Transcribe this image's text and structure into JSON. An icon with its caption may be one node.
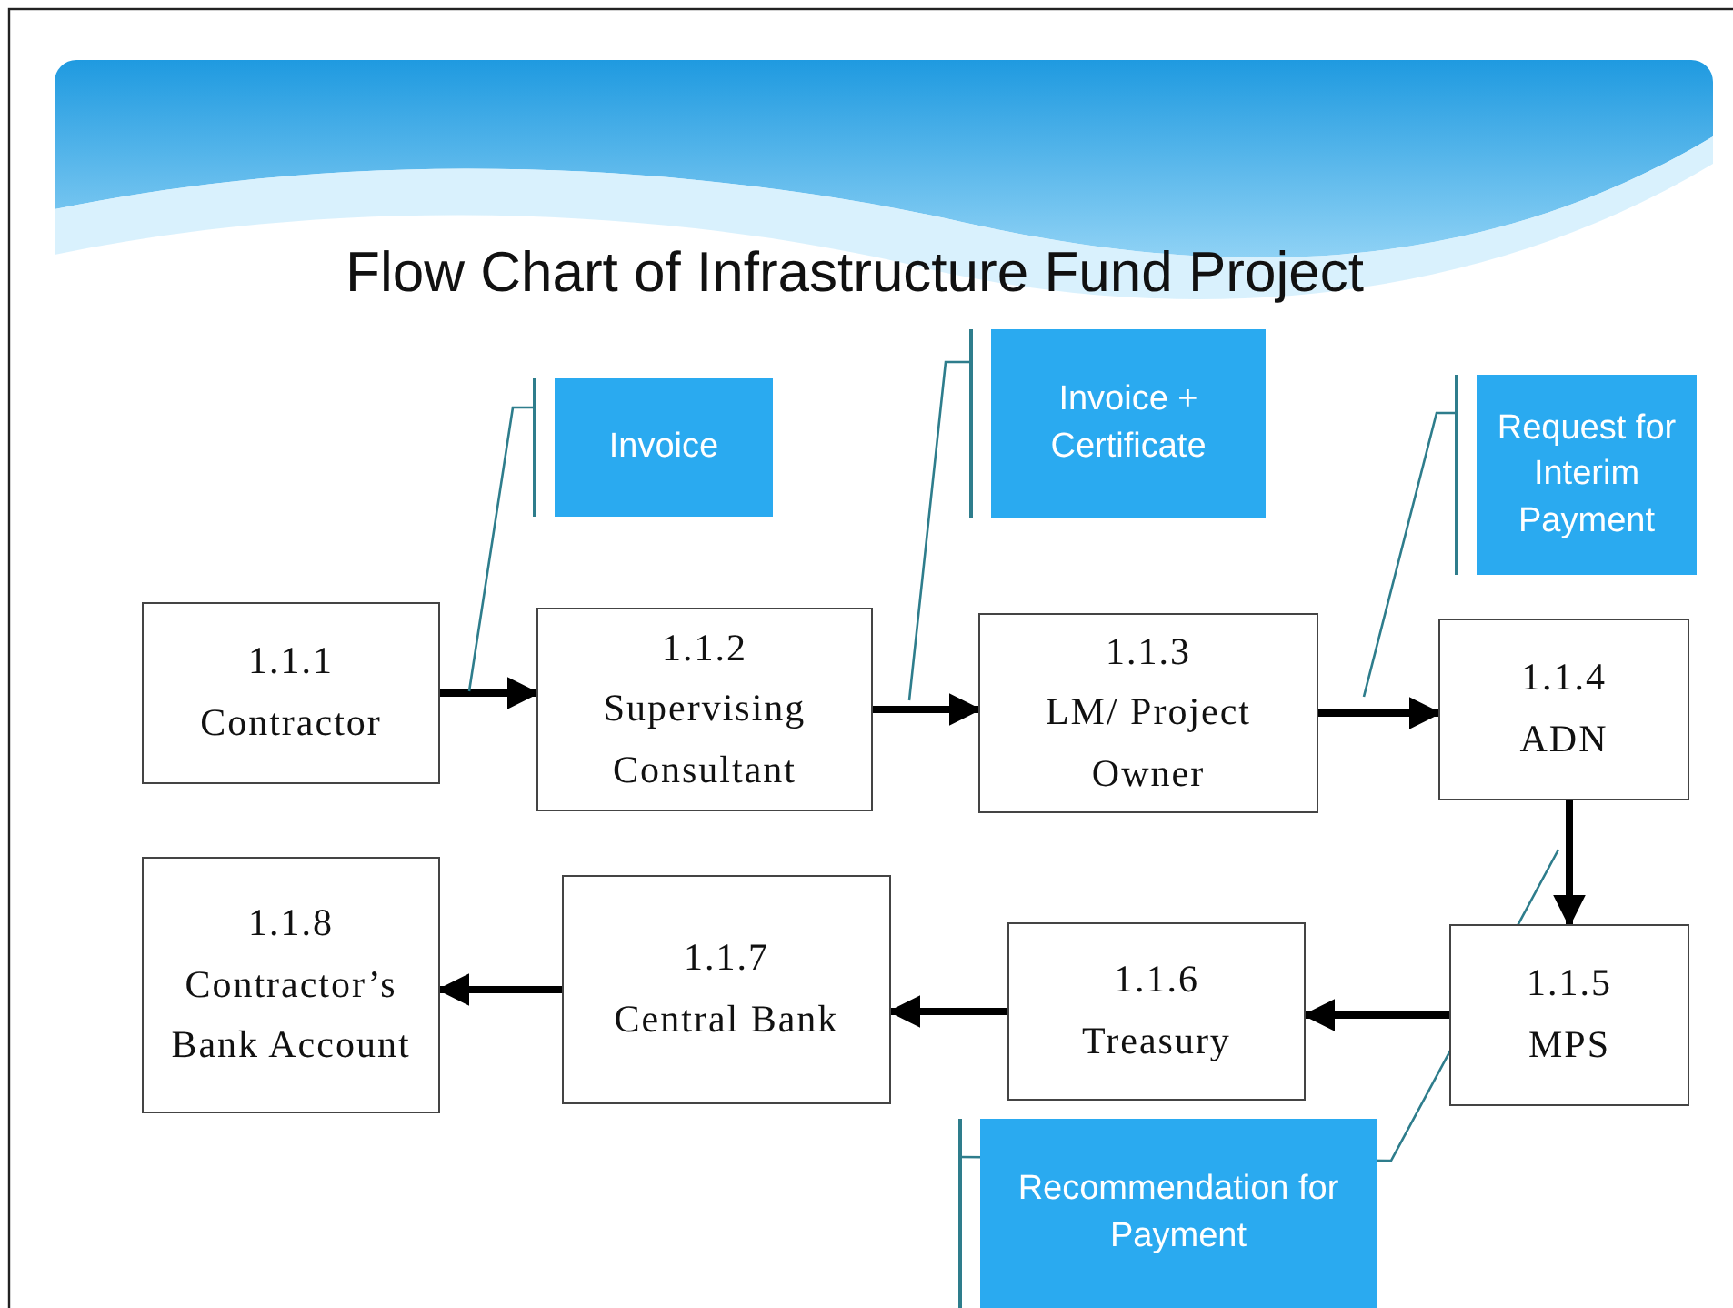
{
  "diagram": {
    "title": "Flow Chart of Infrastructure Fund Project",
    "nodes": [
      {
        "text": [
          "1.1.1",
          "Contractor"
        ]
      },
      {
        "text": [
          "1.1.2",
          "Supervising Consultant"
        ]
      },
      {
        "text": [
          "1.1.3",
          "LM/ Project Owner"
        ]
      },
      {
        "text": [
          "1.1.4",
          "ADN"
        ]
      },
      {
        "text": [
          "1.1.5",
          "MPS"
        ]
      },
      {
        "text": [
          "1.1.6",
          "Treasury"
        ]
      },
      {
        "text": [
          "1.1.7",
          "Central Bank"
        ]
      },
      {
        "text": [
          "1.1.8",
          "Contractor’s Bank Account"
        ]
      },
      {
        "text": [
          "Invoice"
        ]
      },
      {
        "text": [
          "Invoice + Certificate"
        ]
      },
      {
        "text": [
          "Request for Interim Payment"
        ]
      },
      {
        "text": [
          "Recommendation for Payment"
        ]
      }
    ],
    "edges": [
      {
        "from": 0,
        "to": 1,
        "arrow": "to"
      },
      {
        "from": 1,
        "to": 2,
        "arrow": "to"
      },
      {
        "from": 2,
        "to": 3,
        "arrow": "to"
      },
      {
        "from": 3,
        "to": 4,
        "arrow": "to"
      },
      {
        "from": 4,
        "to": 5,
        "arrow": "to"
      },
      {
        "from": 5,
        "to": 6,
        "arrow": "to"
      },
      {
        "from": 6,
        "to": 7,
        "arrow": "to"
      },
      {
        "from": 8,
        "to": null,
        "arrow": "none",
        "color": "#2e7d8c"
      },
      {
        "from": 9,
        "to": null,
        "arrow": "none",
        "color": "#2e7d8c"
      },
      {
        "from": 10,
        "to": null,
        "arrow": "none",
        "color": "#2e7d8c"
      },
      {
        "from": 11,
        "to": null,
        "arrow": "none",
        "color": "#2e7d8c"
      }
    ]
  }
}
